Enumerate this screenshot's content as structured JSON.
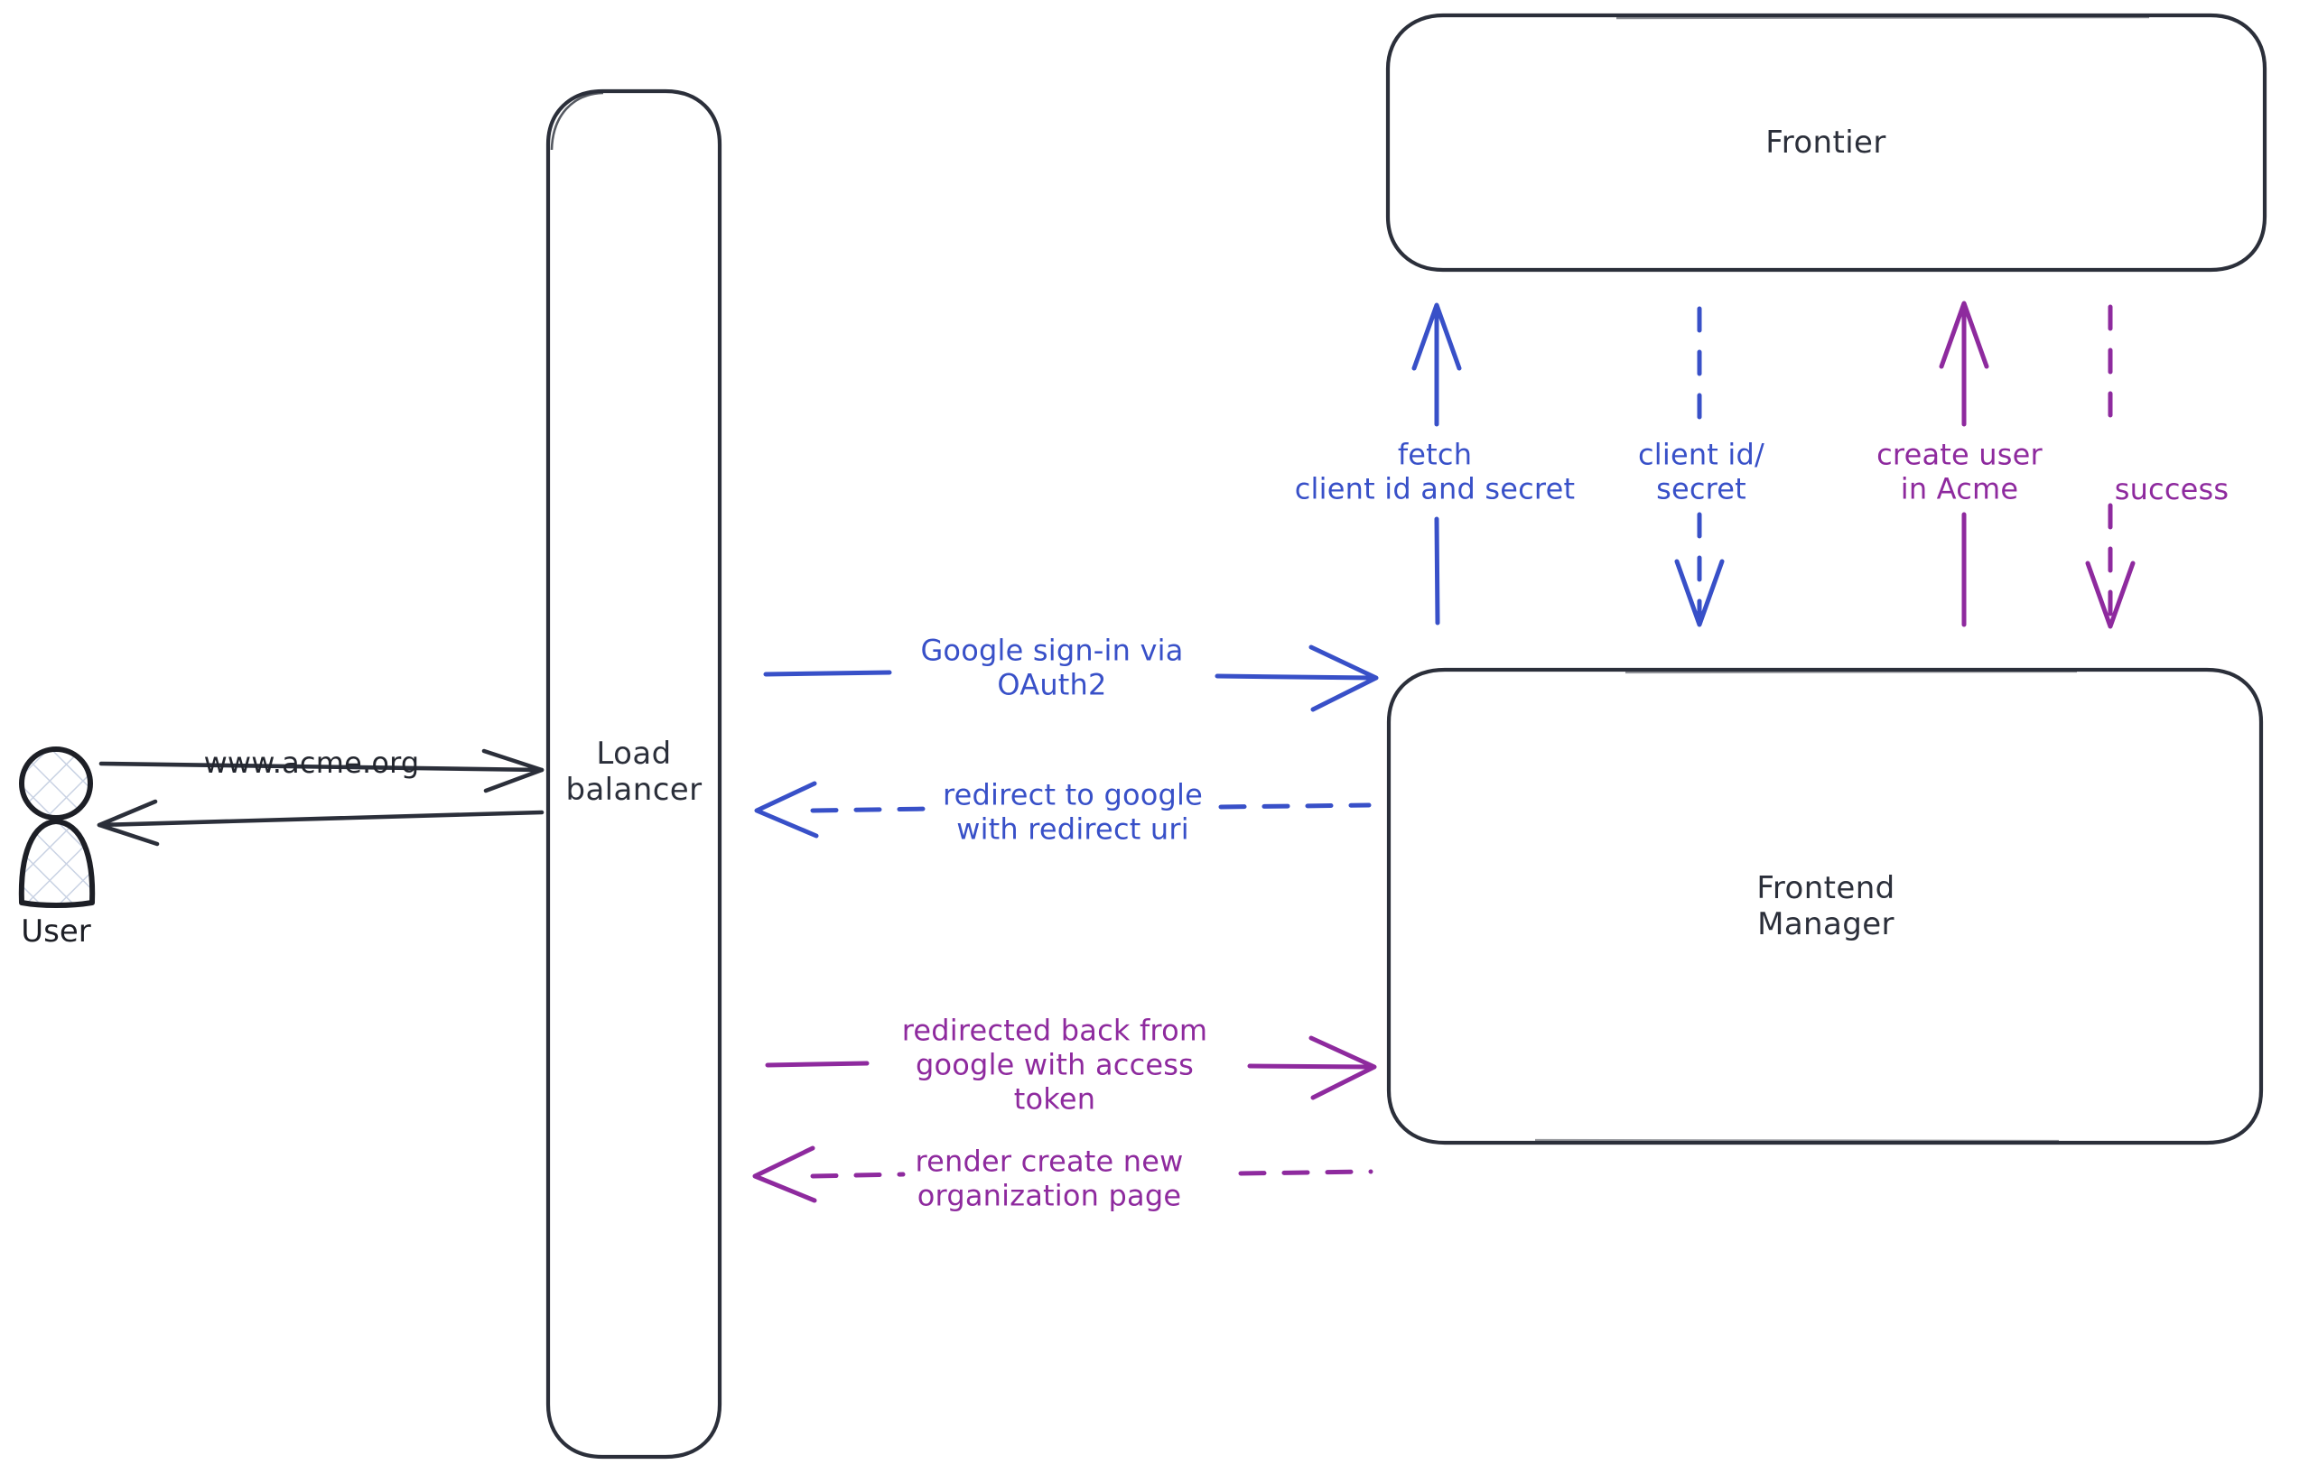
{
  "diagram": {
    "type": "sequence-architecture-sketch",
    "style": "hand-drawn",
    "colors": {
      "stroke_dark": "#2b2f3a",
      "blue": "#3850c8",
      "purple": "#8e2a9e",
      "background": "#ffffff"
    }
  },
  "actors": {
    "user": {
      "label": "User",
      "icon": "person-icon"
    }
  },
  "nodes": {
    "load_balancer": {
      "label": "Load\nbalancer"
    },
    "frontier": {
      "label": "Frontier"
    },
    "frontend_manager": {
      "label": "Frontend\nManager"
    }
  },
  "edges": {
    "user_to_lb": {
      "label": "www.acme.org",
      "color": "#23262e",
      "style": "solid",
      "direction": "right"
    },
    "lb_to_user": {
      "label": "",
      "color": "#23262e",
      "style": "solid",
      "direction": "left"
    },
    "lb_to_fm_signin": {
      "label": "Google sign-in via\nOAuth2",
      "color": "#3850c8",
      "style": "solid",
      "direction": "right"
    },
    "fm_to_lb_redirect": {
      "label": "redirect to google\nwith redirect uri",
      "color": "#3850c8",
      "style": "dashed",
      "direction": "left"
    },
    "lb_to_fm_token": {
      "label": "redirected back from\ngoogle with access\ntoken",
      "color": "#8e2a9e",
      "style": "solid",
      "direction": "right"
    },
    "fm_to_lb_render": {
      "label": "render create new\norganization page",
      "color": "#8e2a9e",
      "style": "dashed",
      "direction": "left"
    },
    "fm_to_frontier_fetch": {
      "label": "fetch\nclient id and secret",
      "color": "#3850c8",
      "style": "solid",
      "direction": "up"
    },
    "frontier_to_fm_creds": {
      "label": "client id/\nsecret",
      "color": "#3850c8",
      "style": "dashed",
      "direction": "down"
    },
    "fm_to_frontier_create": {
      "label": "create user\nin Acme",
      "color": "#8e2a9e",
      "style": "solid",
      "direction": "up"
    },
    "frontier_to_fm_success": {
      "label": "success",
      "color": "#8e2a9e",
      "style": "dashed",
      "direction": "down"
    }
  }
}
